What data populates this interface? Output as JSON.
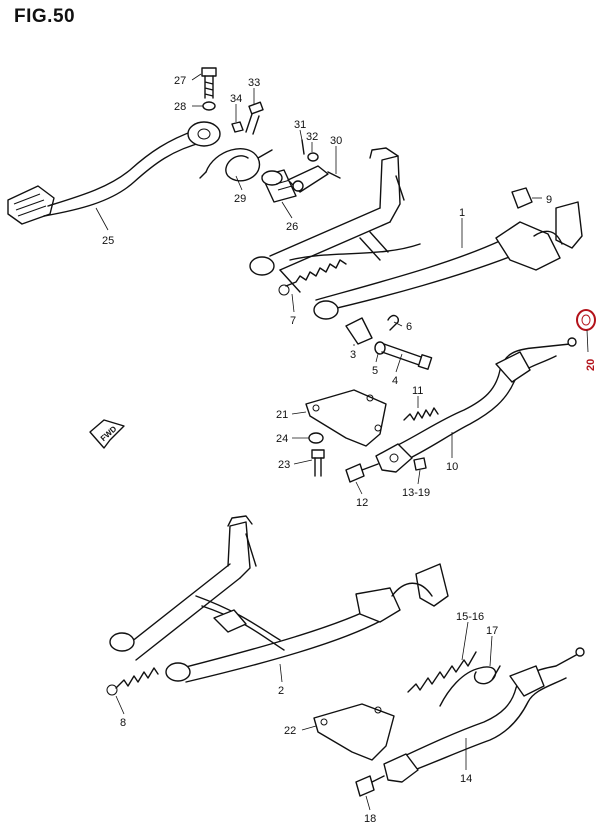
{
  "title": "FIG.50",
  "labels": {
    "l27": "27",
    "l33": "33",
    "l28": "28",
    "l34": "34",
    "l31": "31",
    "l32": "32",
    "l30": "30",
    "l29": "29",
    "l26": "26",
    "l25": "25",
    "l9": "9",
    "l1": "1",
    "l7": "7",
    "l6": "6",
    "l3": "3",
    "l5": "5",
    "l4": "4",
    "l20": "20",
    "l21": "21",
    "l11": "11",
    "l24": "24",
    "l10": "10",
    "l23": "23",
    "l12": "12",
    "l1319": "13-19",
    "l2": "2",
    "l8": "8",
    "l1516": "15-16",
    "l17": "17",
    "l22": "22",
    "l14": "14",
    "l18": "18"
  },
  "direction_marker": "FWD",
  "colors": {
    "line": "#111111",
    "highlight": "#b3121a",
    "background": "#ffffff"
  }
}
